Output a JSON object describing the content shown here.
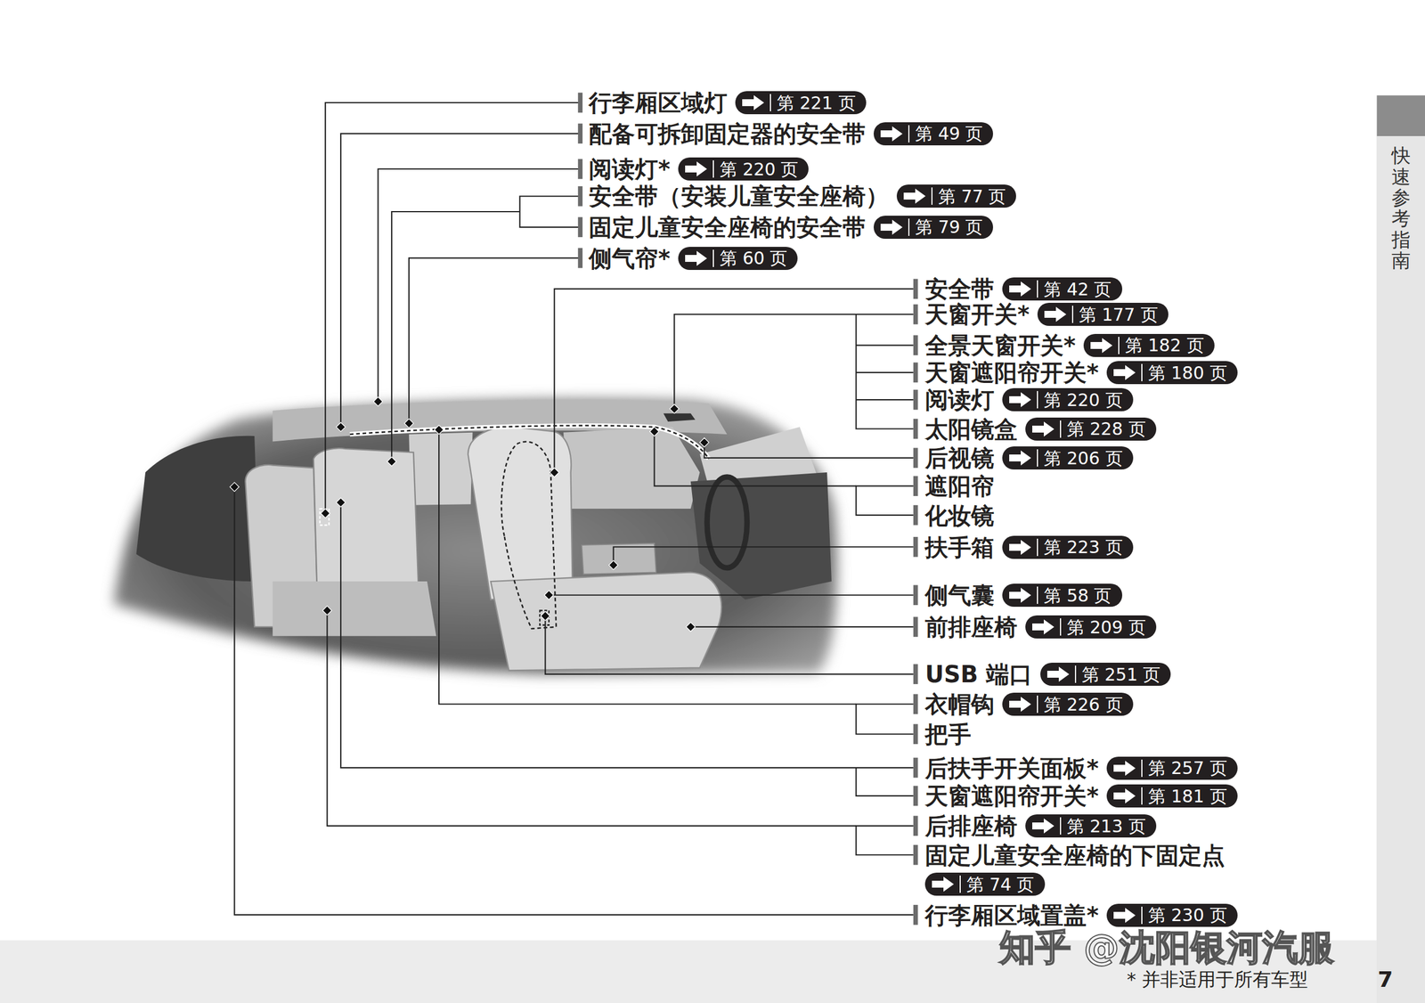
{
  "diagram": {
    "nodes": [
      {
        "text": [
          "第 221 页"
        ]
      },
      {
        "text": [
          "第 49 页"
        ]
      },
      {
        "text": [
          "第 220 页"
        ]
      },
      {
        "text": [
          "第 77 页"
        ]
      },
      {
        "text": [
          "第 79 页"
        ]
      },
      {
        "text": [
          "第 60 页"
        ]
      },
      {
        "text": [
          "第 42 页"
        ]
      },
      {
        "text": [
          "第 177 页"
        ]
      },
      {
        "text": [
          "第 182 页"
        ]
      },
      {
        "text": [
          "第 180 页"
        ]
      },
      {
        "text": [
          "第 220 页"
        ]
      },
      {
        "text": [
          "第 228 页"
        ]
      },
      {
        "text": [
          "第 206 页"
        ]
      },
      {
        "text": [
          "第 223 页"
        ]
      },
      {
        "text": [
          "第 58 页"
        ]
      },
      {
        "text": [
          "第 209 页"
        ]
      },
      {
        "text": [
          "第 251 页"
        ]
      },
      {
        "text": [
          "第 226 页"
        ]
      },
      {
        "text": [
          "第 257 页"
        ]
      },
      {
        "text": [
          "第 181 页"
        ]
      },
      {
        "text": [
          "第 213 页"
        ]
      },
      {
        "text": [
          "第 74 页"
        ]
      },
      {
        "text": [
          "第 230 页"
        ]
      },
      {
        "text": [
          "快速参考指南"
        ]
      }
    ],
    "labels": [
      "行李厢区域灯",
      "配备可拆卸固定器的安全带",
      "阅读灯*",
      "安全带（安装儿童安全座椅）",
      "固定儿童安全座椅的安全带",
      "侧气帘*",
      "安全带",
      "天窗开关*",
      "全景天窗开关*",
      "天窗遮阳帘开关*",
      "阅读灯",
      "太阳镜盒",
      "后视镜",
      "遮阳帘",
      "化妆镜",
      "扶手箱",
      "侧气囊",
      "前排座椅",
      "USB 端口",
      "衣帽钩",
      "把手",
      "后扶手开关面板*",
      "天窗遮阳帘开关*",
      "后排座椅",
      "固定儿童安全座椅的下固定点",
      "行李厢区域置盖*",
      "* 并非适用于所有车型",
      "7",
      "知乎 @沈阳银河汽服"
    ]
  }
}
